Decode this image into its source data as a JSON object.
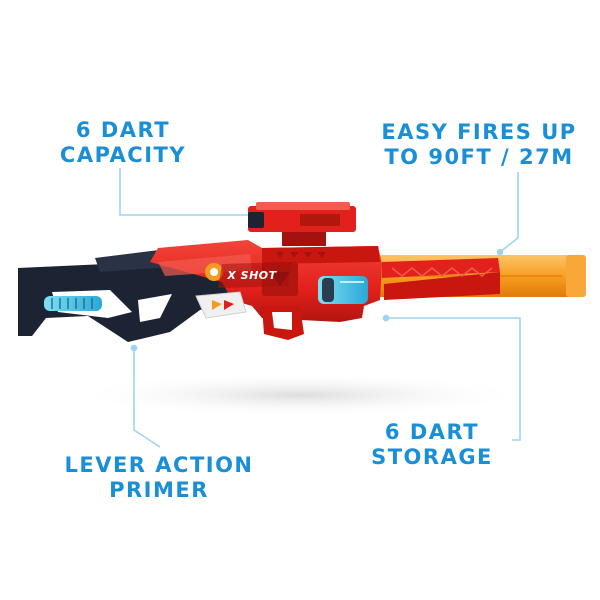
{
  "callouts": {
    "capacity": {
      "line1": "6 DART",
      "line2": "CAPACITY"
    },
    "fires": {
      "line1": "EASY FIRES UP",
      "line2": "TO 90FT / 27M"
    },
    "primer": {
      "line1": "LEVER ACTION",
      "line2": "PRIMER"
    },
    "storage": {
      "line1": "6 DART",
      "line2": "STORAGE"
    }
  },
  "product": {
    "brand_mark": "X SHOT"
  },
  "colors": {
    "callout_text": "#1a8fd6",
    "leader_line": "#9fd3f2",
    "body_red": "#e2201c",
    "body_dark_red": "#a3120f",
    "stock_navy": "#1c2434",
    "accent_cyan": "#45c8e8",
    "barrel_orange": "#f59b1e",
    "background": "#ffffff"
  }
}
